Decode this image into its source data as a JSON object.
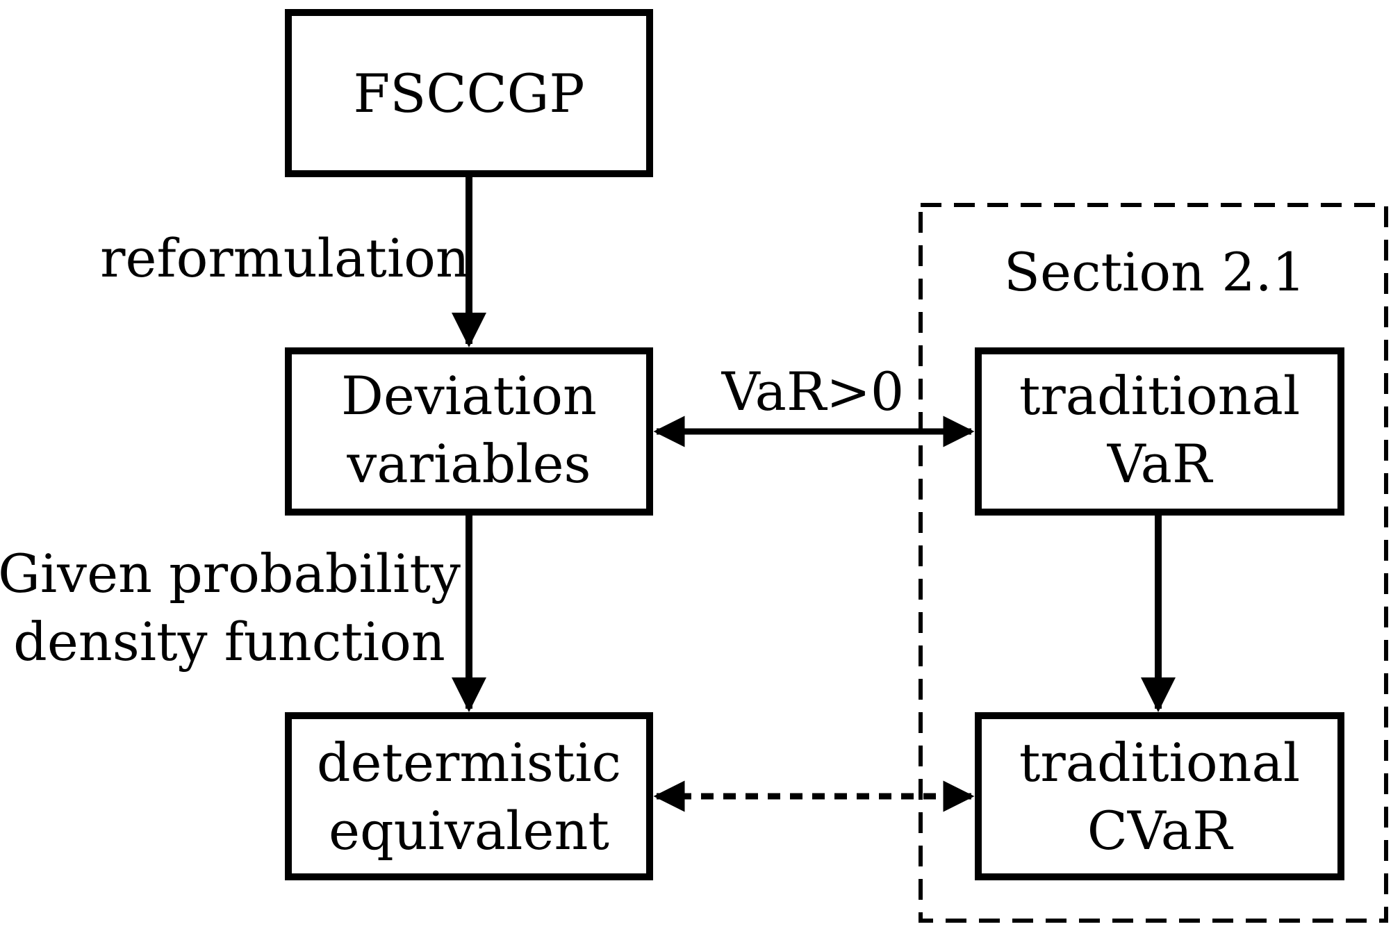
{
  "nodes": {
    "fsccgp": {
      "lines": [
        "FSCCGP"
      ]
    },
    "deviation": {
      "lines": [
        "Deviation",
        "variables"
      ]
    },
    "deterministic": {
      "lines": [
        "determistic",
        "equivalent"
      ]
    },
    "trad_var": {
      "lines": [
        "traditional",
        "VaR"
      ]
    },
    "trad_cvar": {
      "lines": [
        "traditional",
        "CVaR"
      ]
    }
  },
  "group": {
    "label": "Section 2.1"
  },
  "edges": {
    "reformulation": {
      "label": "reformulation"
    },
    "pdf": {
      "lines": [
        "Given probability",
        "density function"
      ]
    },
    "var_positive": {
      "label": "VaR>0"
    }
  }
}
